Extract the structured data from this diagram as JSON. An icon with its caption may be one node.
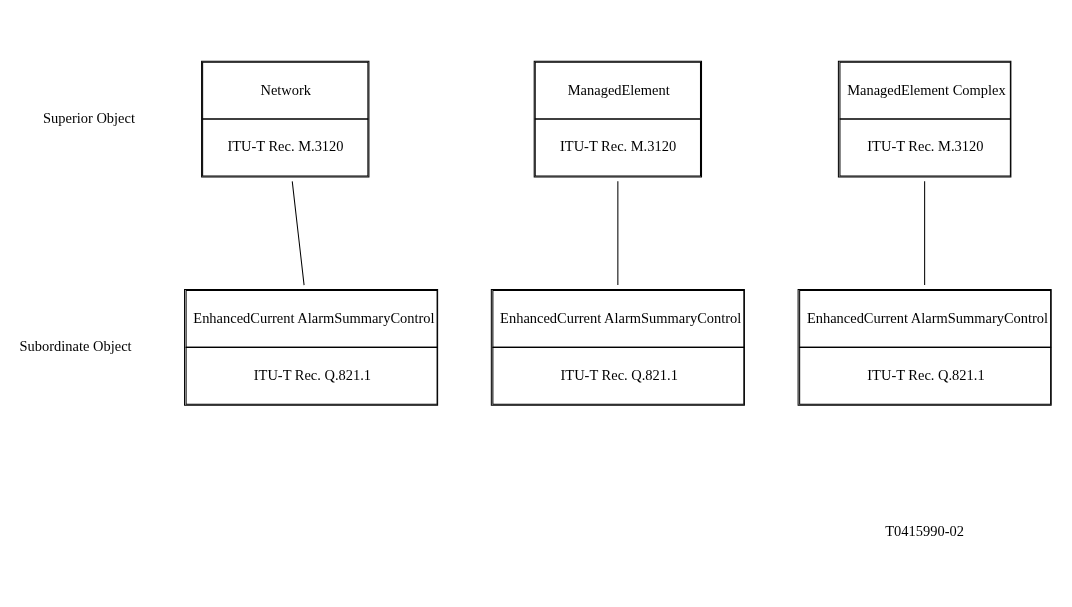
{
  "diagram": {
    "nodes": [
      {
        "text": [
          "Network",
          "ITU-T Rec. M.3120"
        ]
      },
      {
        "text": [
          "ManagedElement",
          "ITU-T Rec. M.3120"
        ]
      },
      {
        "text": [
          "ManagedElement Complex",
          "ITU-T Rec. M.3120"
        ]
      },
      {
        "text": [
          "EnhancedCurrent AlarmSummaryControl",
          "ITU-T Rec. Q.821.1"
        ]
      },
      {
        "text": [
          "EnhancedCurrent AlarmSummaryControl",
          "ITU-T Rec. Q.821.1"
        ]
      },
      {
        "text": [
          "EnhancedCurrent AlarmSummaryControl",
          "ITU-T Rec. Q.821.1"
        ]
      }
    ],
    "edges": [
      {
        "from": 0,
        "to": 3,
        "arrow": "none"
      },
      {
        "from": 1,
        "to": 4,
        "arrow": "none"
      },
      {
        "from": 2,
        "to": 5,
        "arrow": "none"
      }
    ],
    "labels": [
      "Superior Object",
      "Subordinate Object",
      "T0415990-02"
    ]
  }
}
